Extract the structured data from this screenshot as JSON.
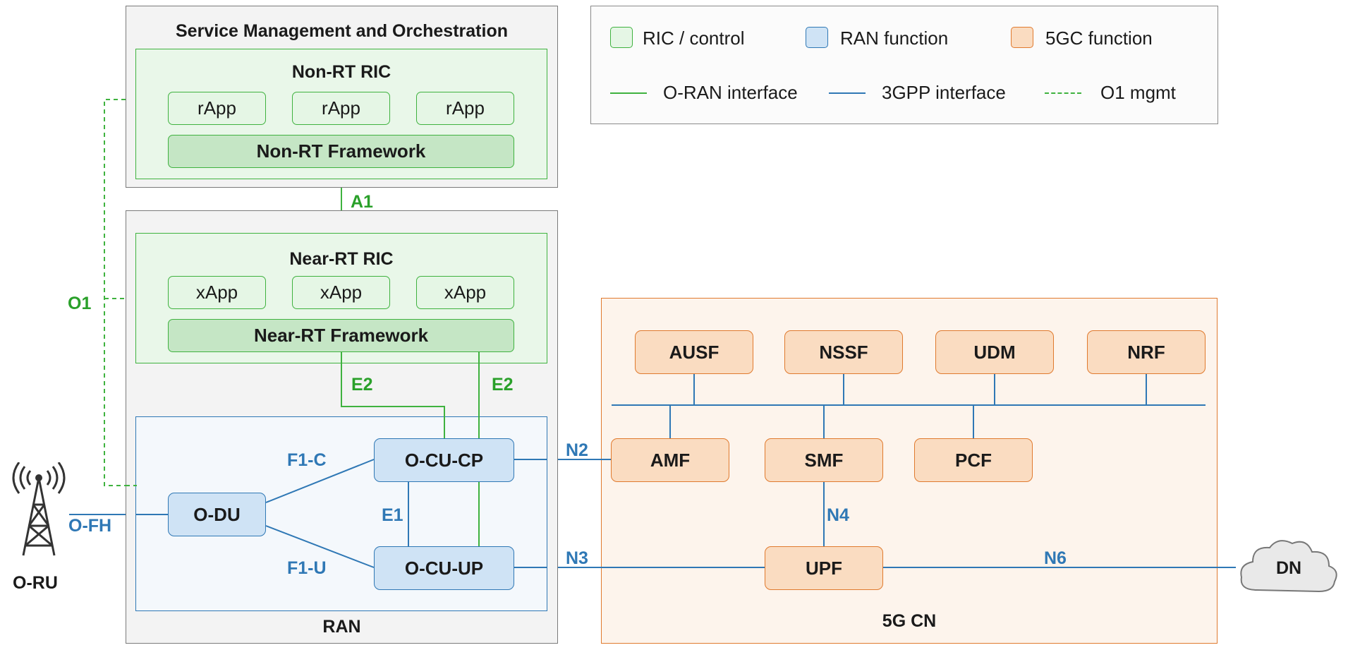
{
  "legend": {
    "ric": "RIC / control",
    "ran": "RAN function",
    "cgc": "5GC function",
    "oran_if": "O-RAN interface",
    "gpp_if": "3GPP interface",
    "o1": "O1 mgmt"
  },
  "colors": {
    "oran_line": "#3fb23f",
    "gpp_line": "#2f78b5",
    "ric_fill": "#e5f6e5",
    "ran_fill": "#cfe3f5",
    "cn_fill": "#fadcc1"
  },
  "smo": {
    "title": "Service Management and Orchestration",
    "nonrt_title": "Non-RT RIC",
    "apps": [
      "rApp",
      "rApp",
      "rApp"
    ],
    "framework": "Non-RT Framework"
  },
  "ran": {
    "title": "RAN",
    "nearrt_title": "Near-RT RIC",
    "apps": [
      "xApp",
      "xApp",
      "xApp"
    ],
    "framework": "Near-RT Framework",
    "odu": "O-DU",
    "ocucp": "O-CU-CP",
    "ocuup": "O-CU-UP"
  },
  "oru": {
    "label": "O-RU",
    "icon": "radio-tower-icon"
  },
  "cn": {
    "title": "5G CN",
    "top": [
      "AUSF",
      "NSSF",
      "UDM",
      "NRF"
    ],
    "mid": [
      "AMF",
      "SMF",
      "PCF"
    ],
    "upf": "UPF"
  },
  "dn": {
    "label": "DN",
    "icon": "cloud-icon"
  },
  "interfaces": {
    "a1": "A1",
    "o1": "O1",
    "e2_left": "E2",
    "e2_right": "E2",
    "f1c": "F1-C",
    "f1u": "F1-U",
    "e1": "E1",
    "ofh": "O-FH",
    "n2": "N2",
    "n3": "N3",
    "n4": "N4",
    "n6": "N6"
  }
}
